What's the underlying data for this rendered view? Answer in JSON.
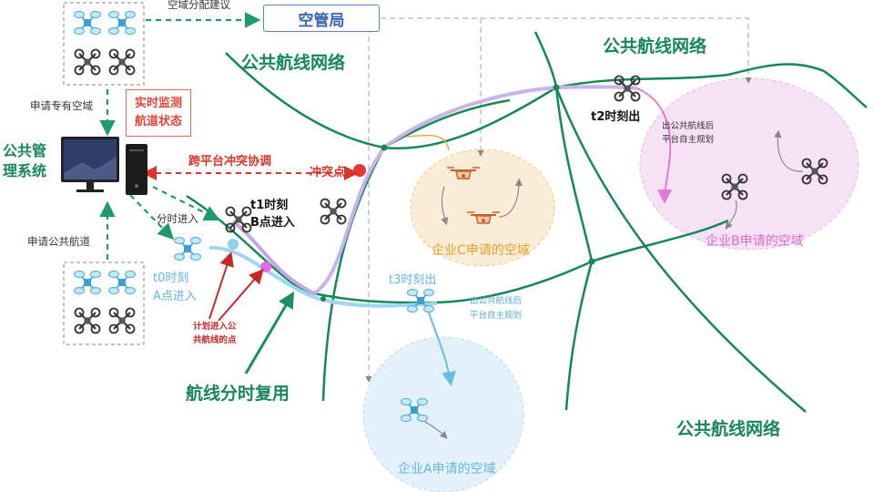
{
  "labels": {
    "atc": "空管局",
    "airspace_allocation": "空域分配建议",
    "public_net_top": "公共航线网络",
    "public_net_right_top": "公共航线网络",
    "public_net_bottom": "公共航线网络",
    "apply_private_airspace": "申请专有空域",
    "realtime_monitor_line1": "实时监测",
    "realtime_monitor_line2": "航道状态",
    "public_mgmt_line1": "公共管",
    "public_mgmt_line2": "理系统",
    "cross_platform": "跨平台冲突协调",
    "conflict_point": "冲突点",
    "time_share_enter": "分时进入",
    "apply_public_route": "申请公共航道",
    "t0_line1": "t0时刻",
    "t0_line2": "A点进入",
    "t1_line1": "t1时刻",
    "t1_line2": "B点进入",
    "t2_out": "t2时刻出",
    "t3_out": "t3时刻出",
    "planned_line1": "计划进入公",
    "planned_line2": "共航线的点",
    "route_reuse": "航线分时复用",
    "exit_b_line1": "出公共航线后",
    "exit_b_line2": "平台自主规划",
    "exit_a_line1": "出公共航线后",
    "exit_a_line2": "平台自主规划",
    "zone_a": "企业A申请的空域",
    "zone_b": "企业B申请的空域",
    "zone_c": "企业C申请的空域"
  },
  "colors": {
    "route_green": "#17875a",
    "arrow_green": "#1f9a6a",
    "zone_a_fill": "#e3f1fb",
    "zone_b_fill": "#f6e2f4",
    "zone_c_fill": "#fcebd6",
    "conflict_red": "#e53935",
    "atc_blue": "#3a63b6",
    "drone_blue": "#5ab6e0",
    "drone_dark": "#3a3a3a"
  },
  "icons": [
    "drone-icon",
    "computer-icon",
    "conflict-point-icon"
  ]
}
